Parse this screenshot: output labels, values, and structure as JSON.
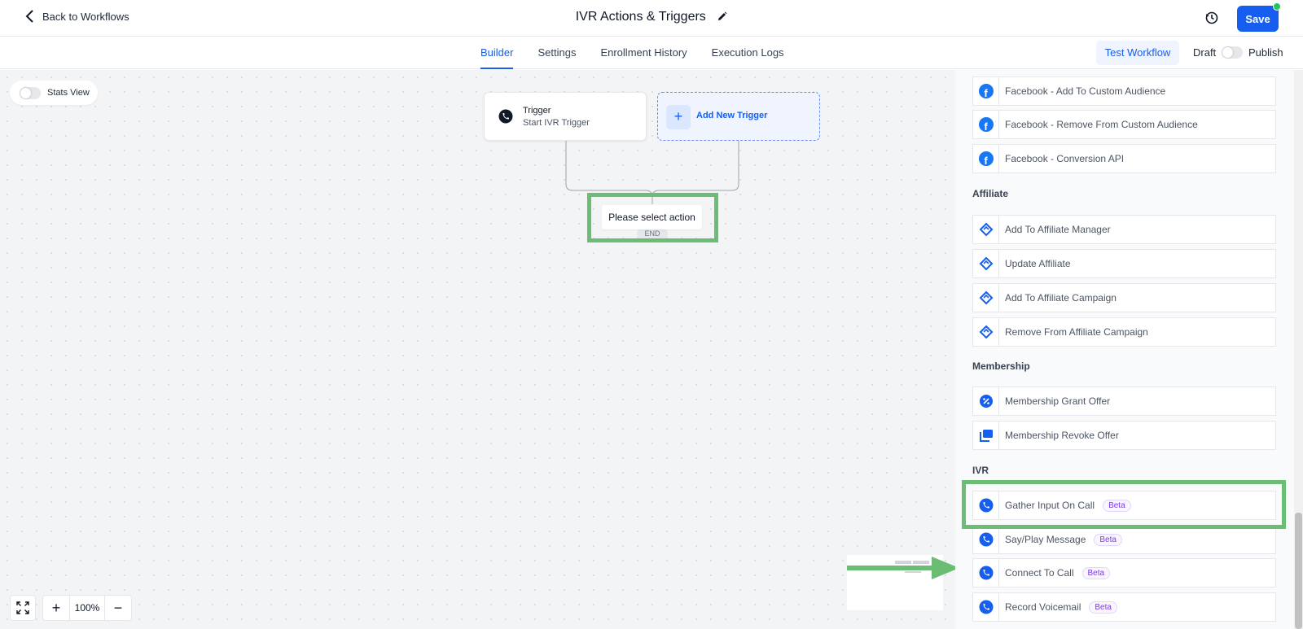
{
  "header": {
    "back_label": "Back to Workflows",
    "title": "IVR Actions & Triggers",
    "save_label": "Save"
  },
  "tabs": [
    {
      "label": "Builder",
      "active": true
    },
    {
      "label": "Settings"
    },
    {
      "label": "Enrollment History"
    },
    {
      "label": "Execution Logs"
    }
  ],
  "toolbar": {
    "test_label": "Test Workflow",
    "draft_label": "Draft",
    "publish_label": "Publish"
  },
  "canvas": {
    "stats_label": "Stats View",
    "trigger_title": "Trigger",
    "trigger_subtitle": "Start IVR Trigger",
    "add_trigger_label": "Add New Trigger",
    "select_action_label": "Please select action",
    "end_label": "END",
    "zoom_level": "100%",
    "zoom_in": "+",
    "zoom_out": "−"
  },
  "panel": {
    "sections": [
      {
        "title": "",
        "items": [
          {
            "label": "Facebook - Add To Custom Audience",
            "icon": "facebook-icon"
          },
          {
            "label": "Facebook - Remove From Custom Audience",
            "icon": "facebook-icon"
          },
          {
            "label": "Facebook - Conversion API",
            "icon": "facebook-icon"
          }
        ]
      },
      {
        "title": "Affiliate",
        "items": [
          {
            "label": "Add To Affiliate Manager",
            "icon": "affiliate-icon"
          },
          {
            "label": "Update Affiliate",
            "icon": "affiliate-icon"
          },
          {
            "label": "Add To Affiliate Campaign",
            "icon": "affiliate-icon"
          },
          {
            "label": "Remove From Affiliate Campaign",
            "icon": "affiliate-icon"
          }
        ]
      },
      {
        "title": "Membership",
        "items": [
          {
            "label": "Membership Grant Offer",
            "icon": "grant-offer-icon"
          },
          {
            "label": "Membership Revoke Offer",
            "icon": "revoke-offer-icon"
          }
        ]
      },
      {
        "title": "IVR",
        "items": [
          {
            "label": "Gather Input On Call",
            "icon": "phone-icon",
            "badge": "Beta"
          },
          {
            "label": "Say/Play Message",
            "icon": "phone-icon",
            "badge": "Beta"
          },
          {
            "label": "Connect To Call",
            "icon": "phone-icon",
            "badge": "Beta"
          },
          {
            "label": "Record Voicemail",
            "icon": "phone-icon",
            "badge": "Beta"
          }
        ]
      }
    ]
  },
  "colors": {
    "primary": "#155eef",
    "highlight": "#6cbd74",
    "beta": "#7c3aed",
    "status_dot": "#22c55e"
  }
}
